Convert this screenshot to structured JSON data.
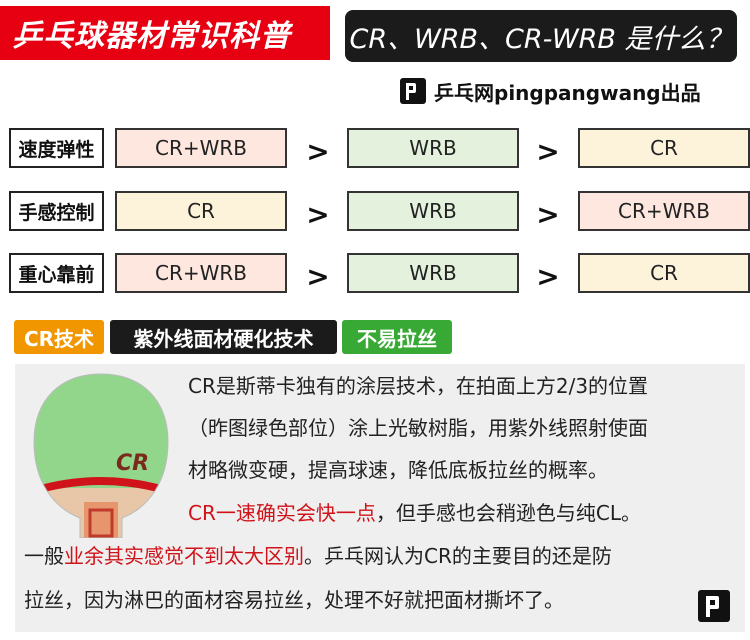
{
  "header": {
    "title": "乒乓球器材常识科普",
    "subtitle": "CR、WRB、CR-WRB 是什么？",
    "publisher": "乒乓网pingpangwang出品"
  },
  "comparison": {
    "symbol": ">",
    "rows": [
      {
        "label": "速度弹性",
        "cells": [
          "CR+WRB",
          "WRB",
          "CR"
        ],
        "colors": [
          "#fde7df",
          "#e3f1dd",
          "#fdf3da"
        ]
      },
      {
        "label": "手感控制",
        "cells": [
          "CR",
          "WRB",
          "CR+WRB"
        ],
        "colors": [
          "#fdf3da",
          "#e3f1dd",
          "#fde7df"
        ]
      },
      {
        "label": "重心靠前",
        "cells": [
          "CR+WRB",
          "WRB",
          "CR"
        ],
        "colors": [
          "#fde7df",
          "#e3f1dd",
          "#fdf3da"
        ]
      }
    ]
  },
  "tags": [
    {
      "label": "CR技术",
      "color": "#f29600"
    },
    {
      "label": "紫外线面材硬化技术",
      "color": "#1b1b1b"
    },
    {
      "label": "不易拉丝",
      "color": "#39a935"
    }
  ],
  "paddle_logo_text": "CR",
  "body": {
    "p1_line1": "CR是斯蒂卡独有的涂层技术，在拍面上方2/3的位置",
    "p1_line2": "（昨图绿色部位）涂上光敏树脂，用紫外线照射使面",
    "p1_line3": "材略微变硬，提高球速，降低底板拉丝的概率。",
    "p2_red": "CR一速确实会快一点",
    "p2_rest": "，但手感也会稍逊色与纯CL。",
    "p3_start": "一般",
    "p3_red": "业余其实感觉不到太大区别",
    "p3_rest": "。乒乓网认为CR的主要目的还是防",
    "p4": "拉丝，因为淋巴的面材容易拉丝，处理不好就把面材撕坏了。"
  }
}
